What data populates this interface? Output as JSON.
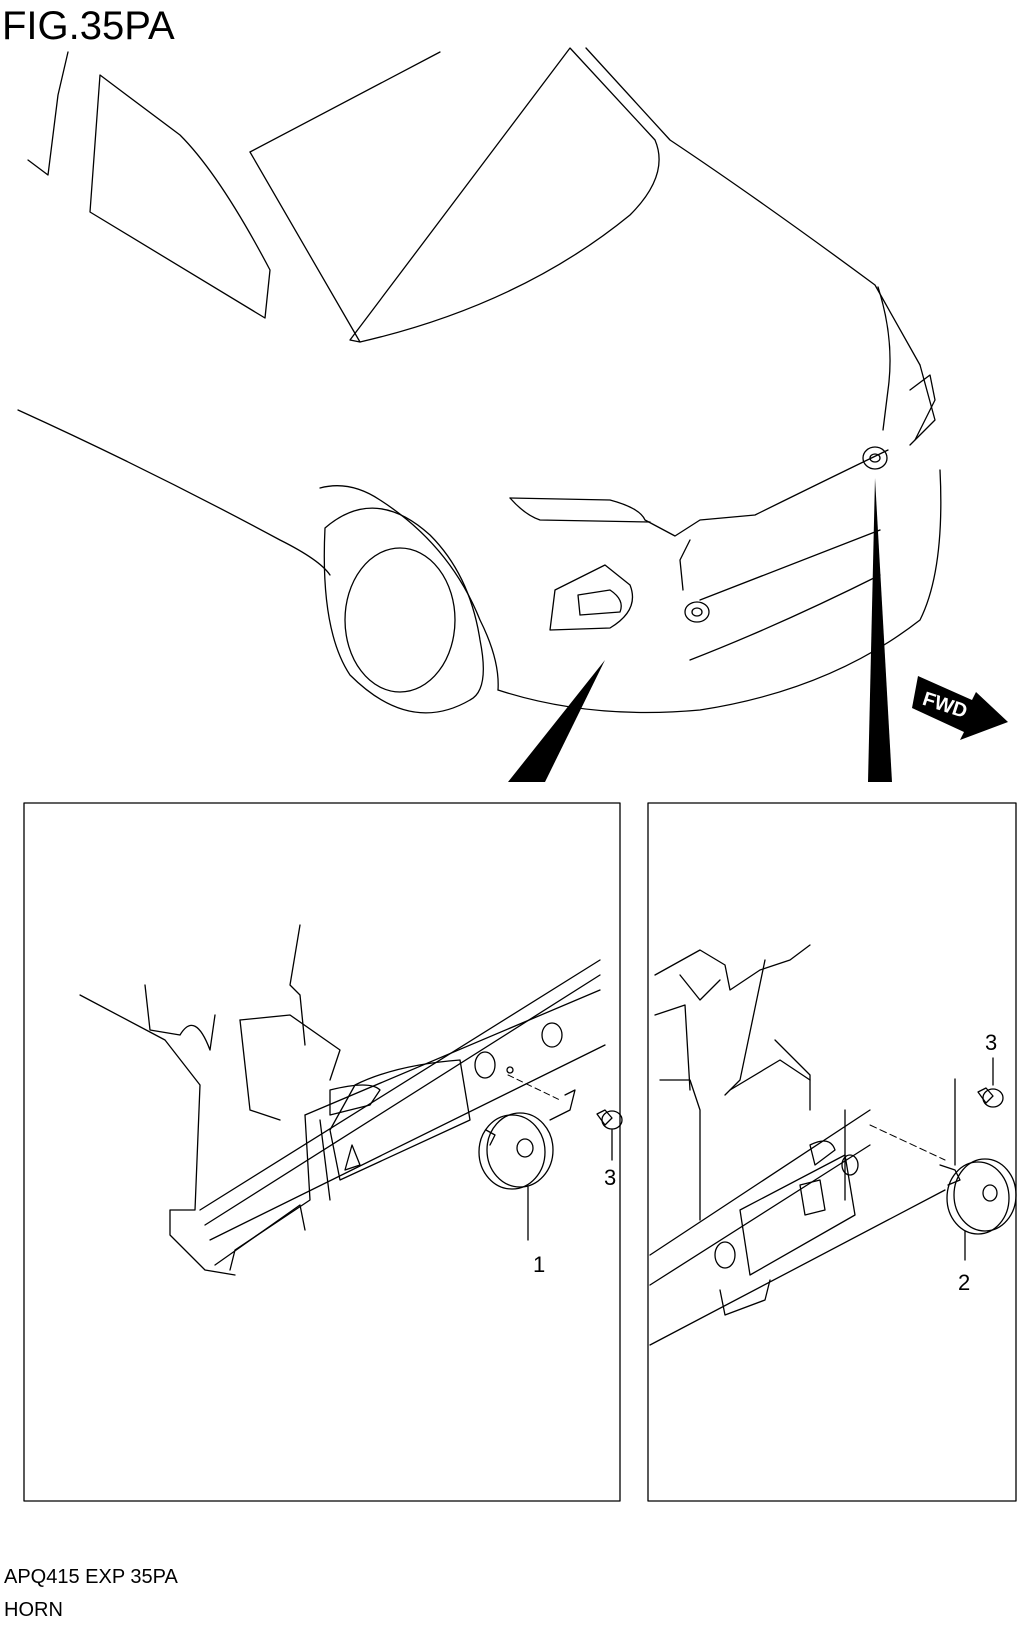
{
  "figure": {
    "title": "FIG.35PA",
    "direction_label": "FWD"
  },
  "callouts": {
    "left_horn": "1",
    "left_bolt": "3",
    "right_horn": "2",
    "right_bolt": "3"
  },
  "footer": {
    "code": "APQ415 EXP 35PA",
    "name": "HORN"
  }
}
